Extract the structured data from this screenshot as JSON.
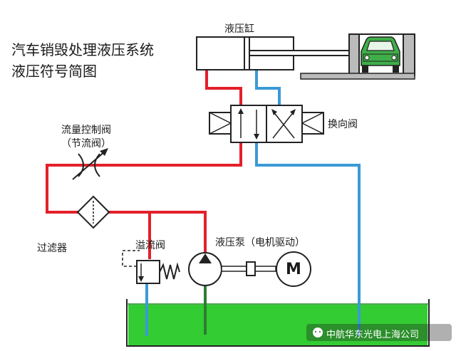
{
  "title_line1": "汽车销毁处理液压系统",
  "title_line2": "液压符号简图",
  "labels": {
    "cylinder": "液压缸",
    "directional_valve": "换向阀",
    "flow_control_valve": "流量控制阀",
    "throttle_valve": "（节流阀）",
    "filter": "过滤器",
    "relief_valve": "溢流阀",
    "pump": "液压泵（电机驱动）",
    "motor": "M"
  },
  "watermark": "中航华东光电上海公司",
  "colors": {
    "pressure_line": "#e3202a",
    "return_line": "#3b9ad6",
    "suction_line": "#2e7d32",
    "tank_oil": "#33cc33",
    "car_body": "#3fae49",
    "outline": "#222222"
  }
}
